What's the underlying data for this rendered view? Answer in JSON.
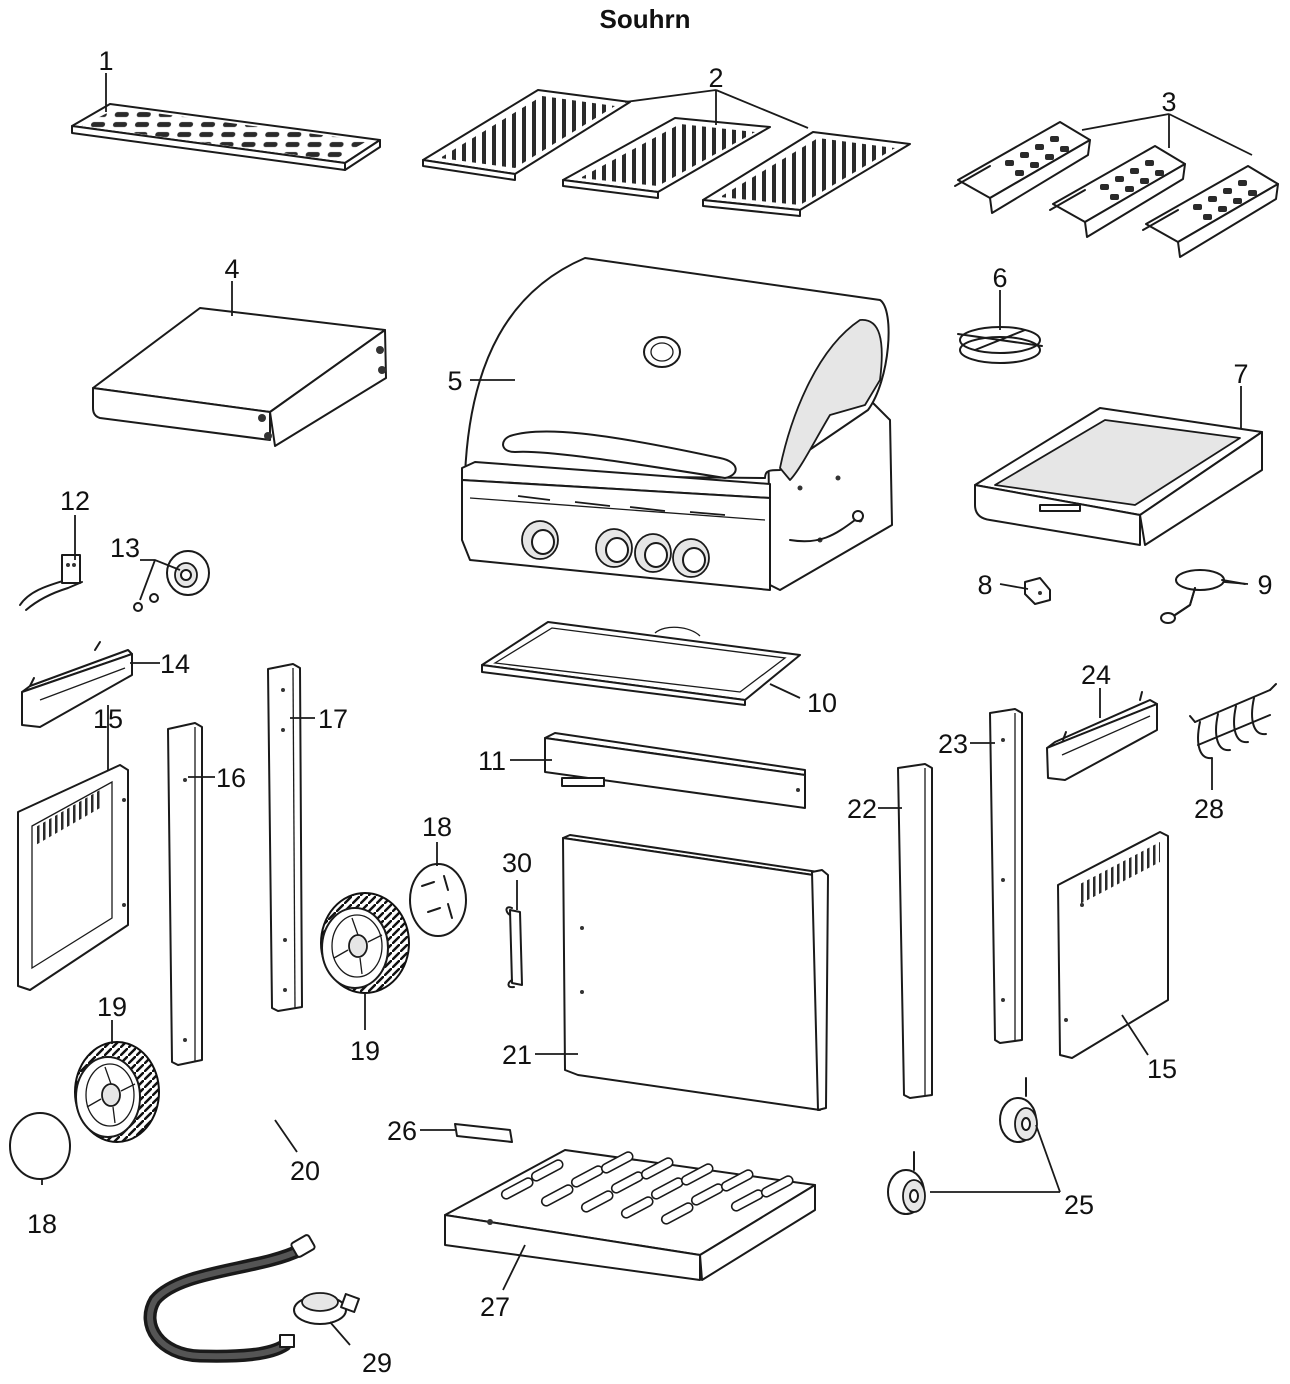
{
  "title": "Souhrn",
  "parts": [
    {
      "id": "part-1",
      "label": "1"
    },
    {
      "id": "part-2",
      "label": "2"
    },
    {
      "id": "part-3",
      "label": "3"
    },
    {
      "id": "part-4",
      "label": "4"
    },
    {
      "id": "part-5",
      "label": "5"
    },
    {
      "id": "part-6",
      "label": "6"
    },
    {
      "id": "part-7",
      "label": "7"
    },
    {
      "id": "part-8",
      "label": "8"
    },
    {
      "id": "part-9",
      "label": "9"
    },
    {
      "id": "part-10",
      "label": "10"
    },
    {
      "id": "part-11",
      "label": "11"
    },
    {
      "id": "part-12",
      "label": "12"
    },
    {
      "id": "part-13",
      "label": "13"
    },
    {
      "id": "part-14",
      "label": "14"
    },
    {
      "id": "part-15a",
      "label": "15"
    },
    {
      "id": "part-15b",
      "label": "15"
    },
    {
      "id": "part-16",
      "label": "16"
    },
    {
      "id": "part-17",
      "label": "17"
    },
    {
      "id": "part-18a",
      "label": "18"
    },
    {
      "id": "part-18b",
      "label": "18"
    },
    {
      "id": "part-19a",
      "label": "19"
    },
    {
      "id": "part-19b",
      "label": "19"
    },
    {
      "id": "part-20",
      "label": "20"
    },
    {
      "id": "part-21",
      "label": "21"
    },
    {
      "id": "part-22",
      "label": "22"
    },
    {
      "id": "part-23",
      "label": "23"
    },
    {
      "id": "part-24",
      "label": "24"
    },
    {
      "id": "part-25",
      "label": "25"
    },
    {
      "id": "part-26",
      "label": "26"
    },
    {
      "id": "part-27",
      "label": "27"
    },
    {
      "id": "part-28",
      "label": "28"
    },
    {
      "id": "part-29",
      "label": "29"
    },
    {
      "id": "part-30",
      "label": "30"
    }
  ]
}
